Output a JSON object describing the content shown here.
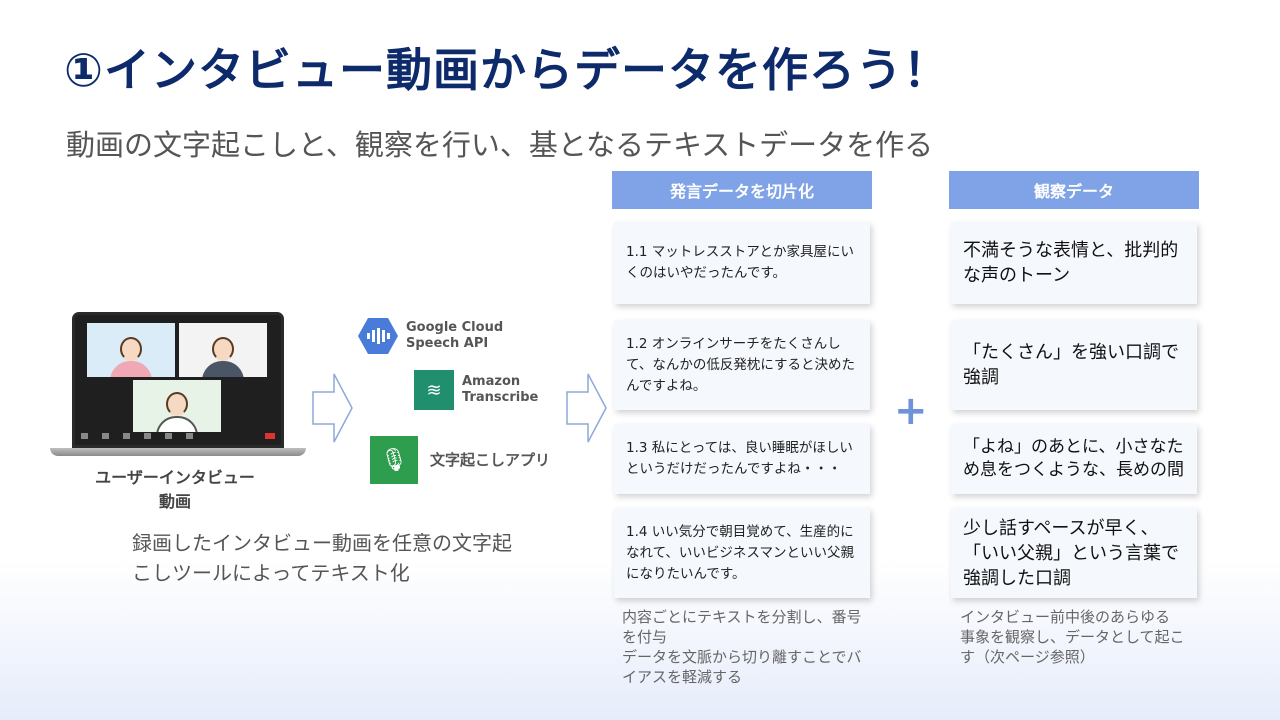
{
  "title": "①インタビュー動画からデータを作ろう！",
  "subtitle": "動画の文字起こしと、観察を行い、基となるテキストデータを作る",
  "left": {
    "laptop_label_line1": "ユーザーインタビュー",
    "laptop_label_line2": "動画",
    "description_line1": "録画したインタビュー動画を任意の文字起",
    "description_line2": "こしツールによってテキスト化"
  },
  "tools": [
    {
      "icon": "google-cloud-speech-icon",
      "line1": "Google Cloud",
      "line2": "Speech API"
    },
    {
      "icon": "amazon-transcribe-icon",
      "line1": "Amazon",
      "line2": "Transcribe"
    },
    {
      "icon": "transcription-app-icon",
      "line1": "文字起こしアプリ",
      "line2": ""
    }
  ],
  "utterances": {
    "header": "発言データを切片化",
    "cards": [
      "1.1 マットレスストアとか家具屋にいくのはいやだったんです。",
      "1.2 オンラインサーチをたくさんして、なんかの低反発枕にすると決めたんですよね。",
      "1.3 私にとっては、良い睡眠がほしいというだけだったんですよね・・・",
      "1.4 いい気分で朝目覚めて、生産的になれて、いいビジネスマンといい父親になりたいんです。"
    ],
    "note_line1": "内容ごとにテキストを分割し、番号",
    "note_line2": "を付与",
    "note_line3": "データを文脈から切り離すことでバ",
    "note_line4": "イアスを軽減する"
  },
  "observations": {
    "header": "観察データ",
    "cards": [
      "不満そうな表情と、批判的な声のトーン",
      "「たくさん」を強い口調で強調",
      "「よね」のあとに、小さなため息をつくような、長めの間",
      "少し話すペースが早く、「いい父親」という言葉で強調した口調"
    ],
    "note_line1": "インタビュー前中後のあらゆる",
    "note_line2": "事象を観察し、データとして起こ",
    "note_line3": "す（次ページ参照）"
  },
  "plus_sign": "+",
  "colors": {
    "title": "#0d2a6b",
    "header_bg": "#7fa3e6",
    "card_bg": "#f5f8fd",
    "plus": "#6f93db"
  }
}
